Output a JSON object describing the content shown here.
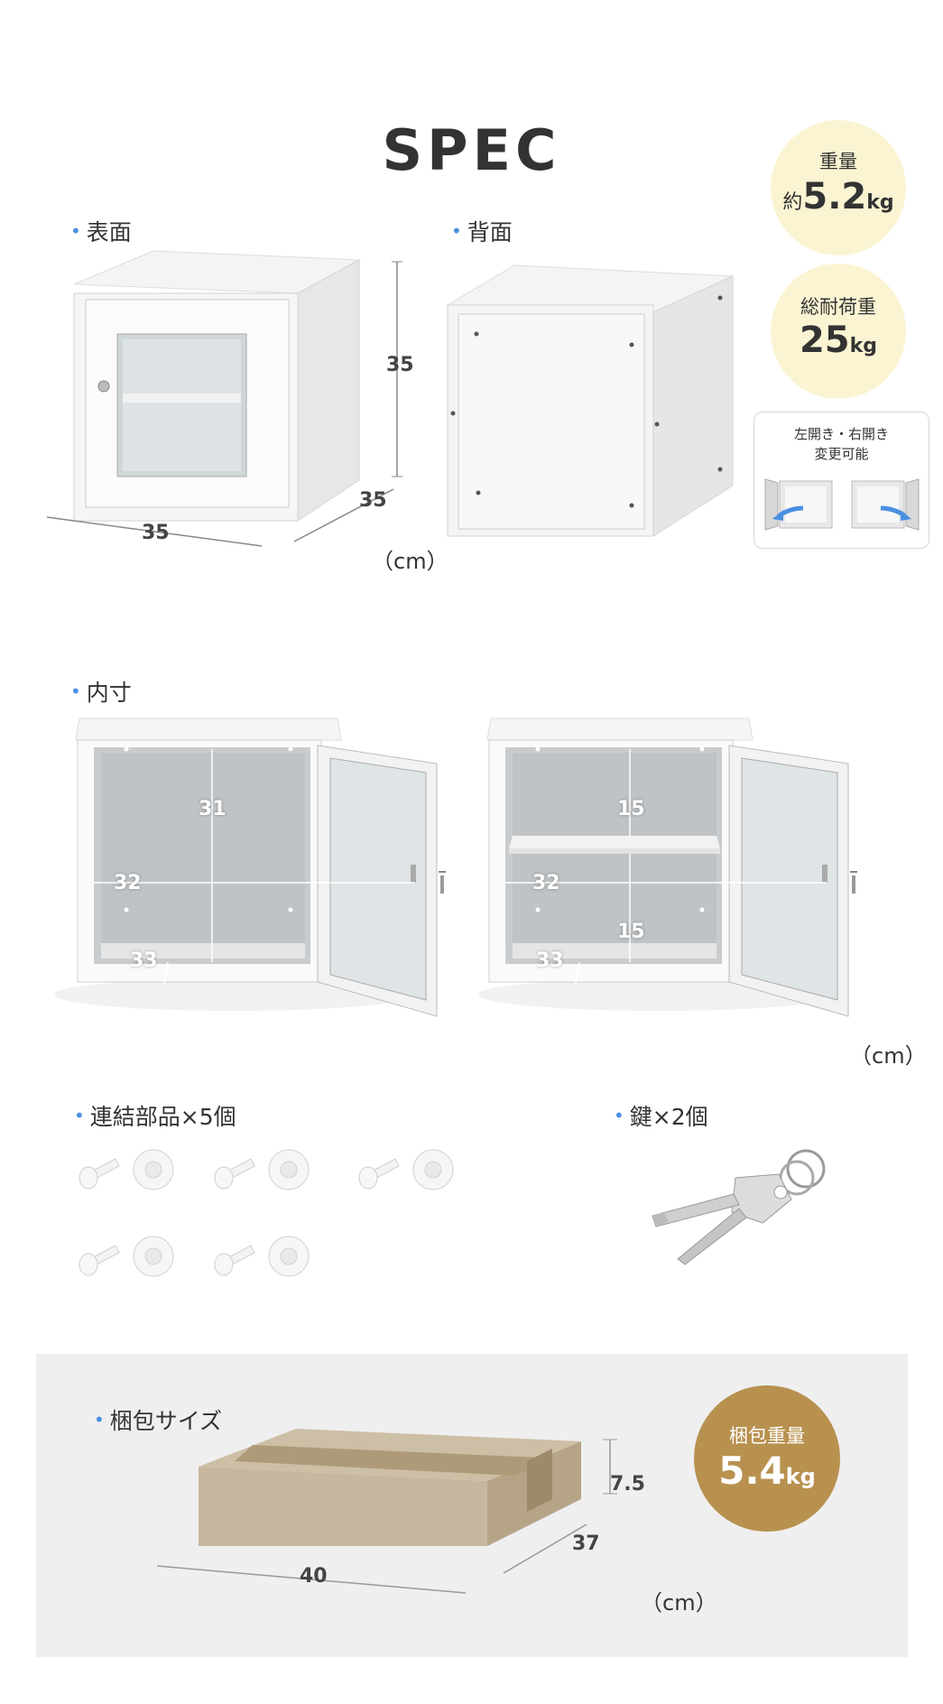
{
  "title": "SPEC",
  "front": {
    "label": "表面",
    "height": "35",
    "depth": "35",
    "width": "35"
  },
  "back": {
    "label": "背面"
  },
  "unit": "（cm）",
  "weight": {
    "line1": "重量",
    "prefix": "約",
    "value": "5.2",
    "unit": "kg"
  },
  "load": {
    "line1": "総耐荷重",
    "value": "25",
    "unit": "kg"
  },
  "door": {
    "line1": "左開き・右開き",
    "line2": "変更可能"
  },
  "inner": {
    "label": "内寸",
    "a": {
      "height": "31",
      "width": "32",
      "depth": "33"
    },
    "b": {
      "upper": "15",
      "width": "32",
      "lower": "15",
      "depth": "33"
    }
  },
  "parts": {
    "label": "連結部品×5個",
    "count": 5
  },
  "keys": {
    "label": "鍵×2個"
  },
  "package": {
    "label": "梱包サイズ",
    "height": "7.5",
    "depth": "37",
    "width": "40",
    "weight_line1": "梱包重量",
    "weight_value": "5.4",
    "weight_unit": "kg"
  },
  "colors": {
    "accent": "#4a90e2",
    "yellow": "#fbf4d3",
    "brown": "#b8914f",
    "box": "#c7b79e"
  }
}
